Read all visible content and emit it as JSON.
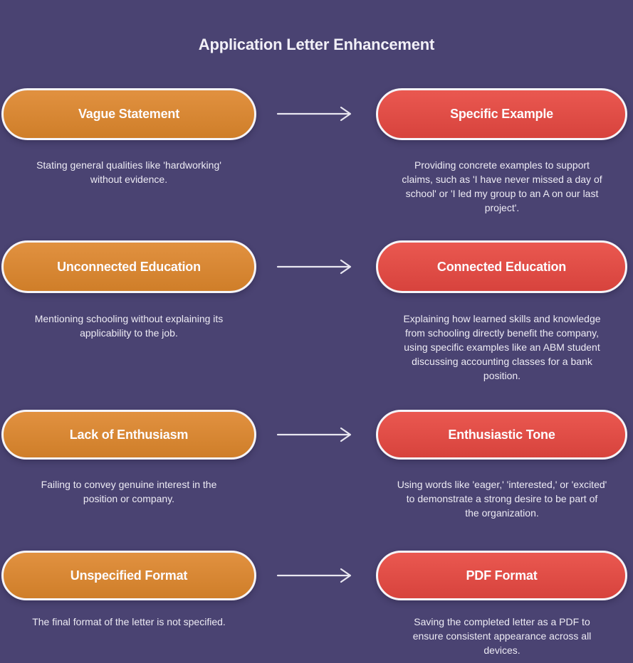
{
  "title": "Application Letter Enhancement",
  "colors": {
    "background": "#4a4372",
    "problem_top": "#e19140",
    "problem_bottom": "#cf7e29",
    "solution_top": "#ea5850",
    "solution_bottom": "#d7433d",
    "pill_border": "#f5f4f9",
    "text": "#edebf4",
    "arrow": "#e9e7f1",
    "title": "#f2f0f7"
  },
  "icons": {
    "connector": "right-arrow-icon"
  },
  "rows": [
    {
      "problem": "Vague Statement",
      "solution": "Specific Example",
      "problem_desc": "Stating general qualities like 'hardworking'\nwithout evidence.",
      "solution_desc": "Providing concrete examples to support\nclaims, such as 'I have never missed a day of\nschool' or 'I led my group to an A on our last\nproject'."
    },
    {
      "problem": "Unconnected Education",
      "solution": "Connected Education",
      "problem_desc": "Mentioning schooling without explaining its\napplicability to the job.",
      "solution_desc": "Explaining how learned skills and knowledge\nfrom schooling directly benefit the company,\nusing specific examples like an ABM student\ndiscussing accounting classes for a bank\nposition."
    },
    {
      "problem": "Lack of Enthusiasm",
      "solution": "Enthusiastic Tone",
      "problem_desc": "Failing to convey genuine interest in the\nposition or company.",
      "solution_desc": "Using words like 'eager,' 'interested,' or 'excited'\nto demonstrate a strong desire to be part of\nthe organization."
    },
    {
      "problem": "Unspecified Format",
      "solution": "PDF Format",
      "problem_desc": "The final format of the letter is not specified.",
      "solution_desc": "Saving the completed letter as a PDF to\nensure consistent appearance across all\ndevices."
    }
  ]
}
